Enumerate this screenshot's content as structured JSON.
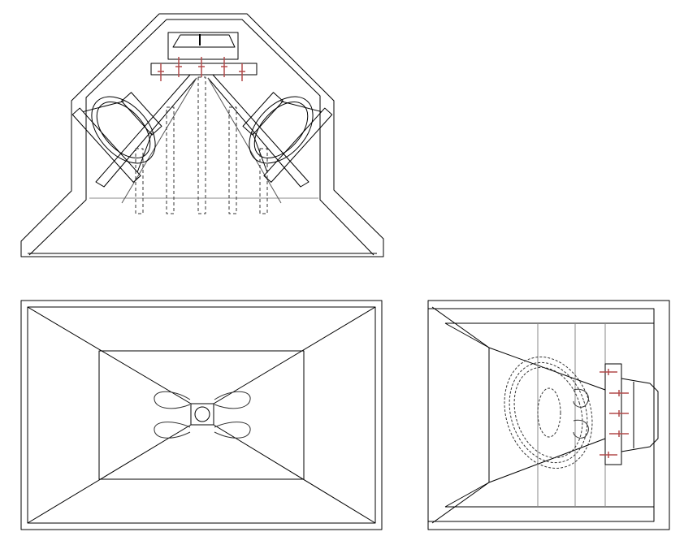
{
  "drawing": {
    "views": [
      "side-section-view",
      "front-view",
      "top-section-view"
    ]
  },
  "colors": {
    "background": "#ffffff",
    "line": "#000000",
    "hidden_line": "#333333",
    "fastener": "#b24a4a"
  }
}
